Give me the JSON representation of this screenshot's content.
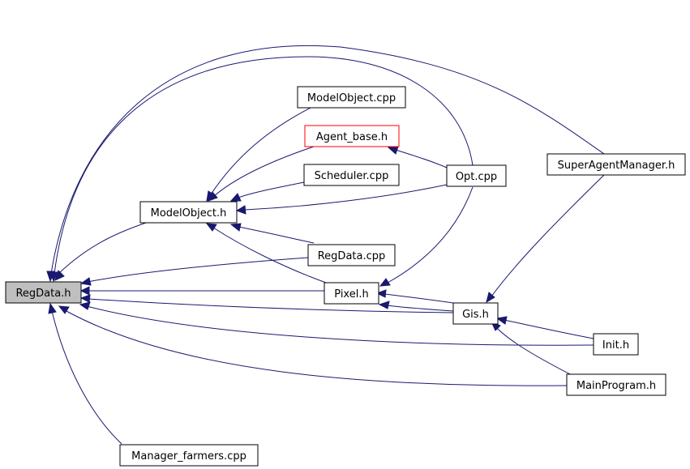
{
  "colors": {
    "edge": "#191970",
    "node_border": "#000000",
    "highlight_border": "#ff0000",
    "root_fill": "#bfbfbf",
    "node_fill": "#ffffff"
  },
  "nodes": {
    "regdata_h": {
      "label": "RegData.h"
    },
    "modelobject_h": {
      "label": "ModelObject.h"
    },
    "modelobject_cpp": {
      "label": "ModelObject.cpp"
    },
    "agent_base_h": {
      "label": "Agent_base.h"
    },
    "scheduler_cpp": {
      "label": "Scheduler.cpp"
    },
    "opt_cpp": {
      "label": "Opt.cpp"
    },
    "superagentmanager_h": {
      "label": "SuperAgentManager.h"
    },
    "regdata_cpp": {
      "label": "RegData.cpp"
    },
    "pixel_h": {
      "label": "Pixel.h"
    },
    "gis_h": {
      "label": "Gis.h"
    },
    "init_h": {
      "label": "Init.h"
    },
    "mainprogram_h": {
      "label": "MainProgram.h"
    },
    "manager_farmers_cpp": {
      "label": "Manager_farmers.cpp"
    }
  },
  "edges": [
    {
      "from": "modelobject_h",
      "to": "regdata_h"
    },
    {
      "from": "superagentmanager_h",
      "to": "regdata_h"
    },
    {
      "from": "opt_cpp",
      "to": "regdata_h"
    },
    {
      "from": "regdata_cpp",
      "to": "regdata_h"
    },
    {
      "from": "pixel_h",
      "to": "regdata_h"
    },
    {
      "from": "gis_h",
      "to": "regdata_h"
    },
    {
      "from": "init_h",
      "to": "regdata_h"
    },
    {
      "from": "mainprogram_h",
      "to": "regdata_h"
    },
    {
      "from": "manager_farmers_cpp",
      "to": "regdata_h"
    },
    {
      "from": "modelobject_cpp",
      "to": "modelobject_h"
    },
    {
      "from": "agent_base_h",
      "to": "modelobject_h"
    },
    {
      "from": "scheduler_cpp",
      "to": "modelobject_h"
    },
    {
      "from": "opt_cpp",
      "to": "modelobject_h"
    },
    {
      "from": "regdata_cpp",
      "to": "modelobject_h"
    },
    {
      "from": "pixel_h",
      "to": "modelobject_h"
    },
    {
      "from": "opt_cpp",
      "to": "agent_base_h"
    },
    {
      "from": "opt_cpp",
      "to": "pixel_h"
    },
    {
      "from": "gis_h",
      "to": "pixel_h"
    },
    {
      "from": "superagentmanager_h",
      "to": "gis_h"
    },
    {
      "from": "init_h",
      "to": "gis_h"
    },
    {
      "from": "mainprogram_h",
      "to": "gis_h"
    }
  ]
}
